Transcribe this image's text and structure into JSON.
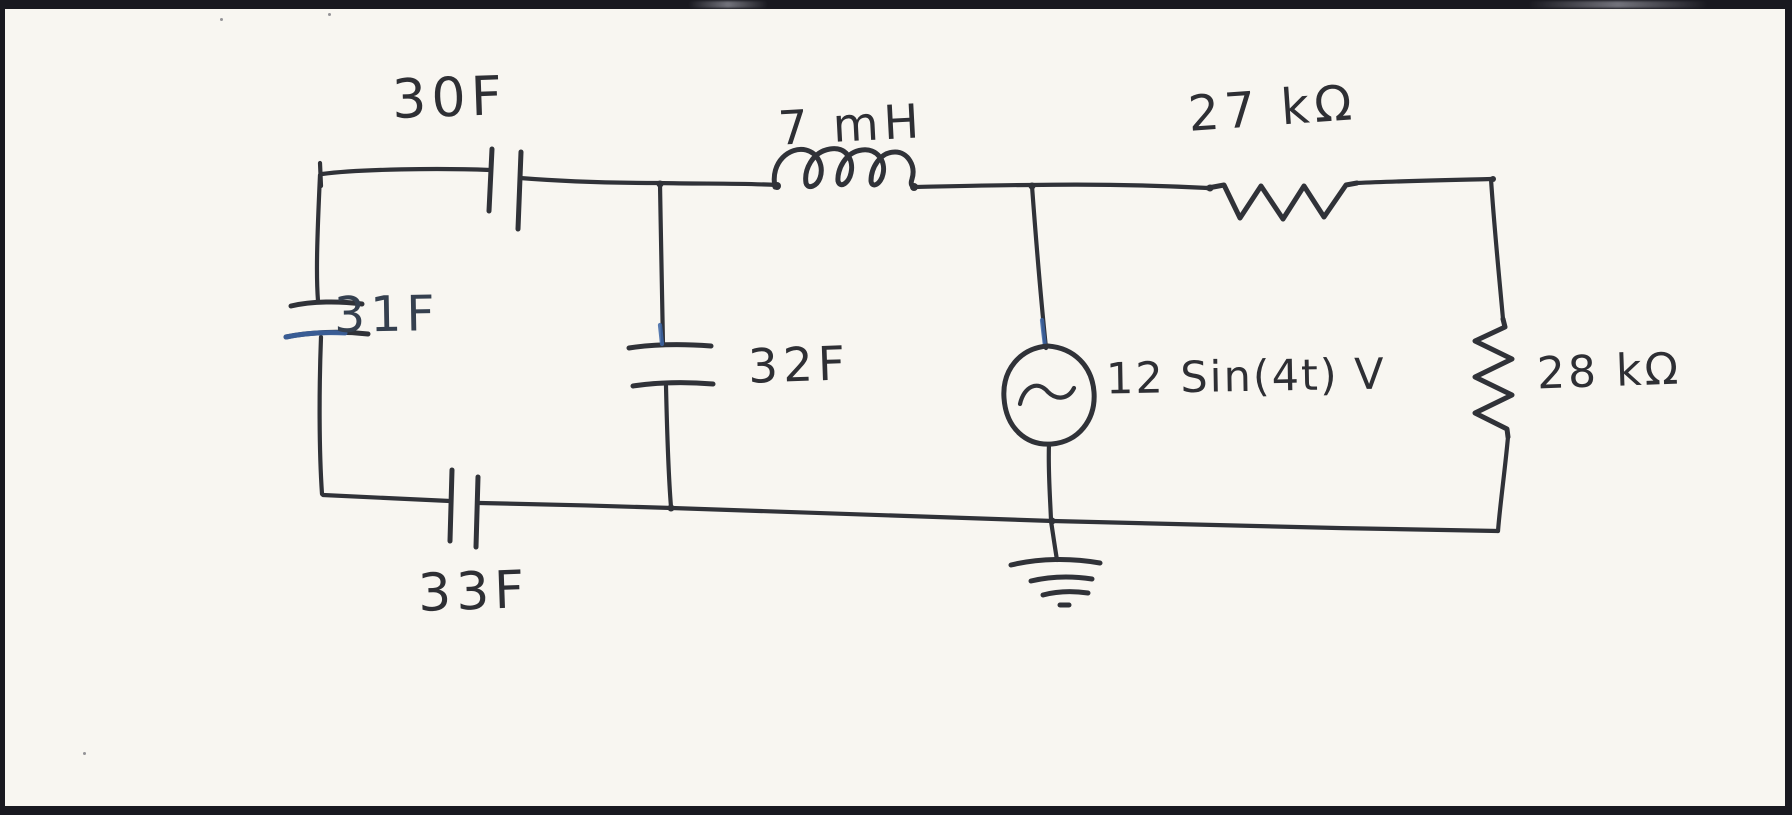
{
  "document": {
    "kind": "scanned hand-drawn circuit schematic",
    "paper_color": "#f8f6f1",
    "frame_color": "#191920",
    "ink_color": "#303238",
    "blue_ink_color": "#3b64a4"
  },
  "circuit": {
    "labels": {
      "cap_30f": "30F",
      "inductor_7mh": "7 mH",
      "res_27k": "27 kΩ",
      "cap_31f": "31F",
      "cap_32f": "32F",
      "source_12v": "12 Sin(4t) V",
      "res_28k": "28 kΩ",
      "cap_33f": "33F"
    },
    "components": [
      {
        "ref": "C1",
        "type": "capacitor",
        "value": "30F",
        "location": "top wire, left"
      },
      {
        "ref": "L1",
        "type": "inductor",
        "value": "7 mH",
        "location": "top wire, middle"
      },
      {
        "ref": "R1",
        "type": "resistor",
        "value": "27 kΩ",
        "location": "top wire, right"
      },
      {
        "ref": "C2",
        "type": "capacitor",
        "value": "31F",
        "location": "left vertical branch"
      },
      {
        "ref": "C3",
        "type": "capacitor",
        "value": "32F",
        "location": "middle vertical branch"
      },
      {
        "ref": "V1",
        "type": "ac-voltage-source",
        "value": "12 Sin(4t) V",
        "location": "vertical branch with ground"
      },
      {
        "ref": "R2",
        "type": "resistor",
        "value": "28 kΩ",
        "location": "right vertical branch"
      },
      {
        "ref": "C4",
        "type": "capacitor",
        "value": "33F",
        "location": "bottom wire, left"
      },
      {
        "ref": "GND",
        "type": "ground",
        "value": "",
        "location": "below source node on bottom wire"
      }
    ]
  }
}
